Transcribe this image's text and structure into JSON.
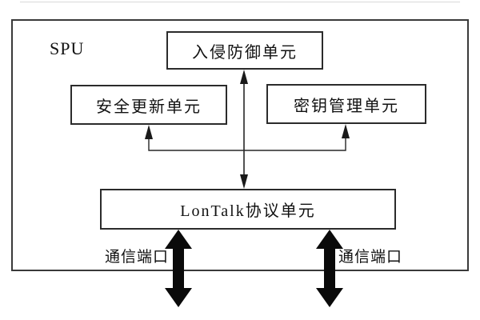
{
  "diagram": {
    "container_label": "SPU",
    "nodes": {
      "intrusion_prevention": {
        "label": "入侵防御单元"
      },
      "security_update": {
        "label": "安全更新单元"
      },
      "key_management": {
        "label": "密钥管理单元"
      },
      "lontalk_protocol": {
        "label": "LonTalk协议单元"
      }
    },
    "ports": {
      "left": {
        "label": "通信端口"
      },
      "right": {
        "label": "通信端口"
      }
    },
    "colors": {
      "line": "#262626",
      "arrow_fill": "#0a0a0a",
      "background": "#ffffff"
    }
  }
}
